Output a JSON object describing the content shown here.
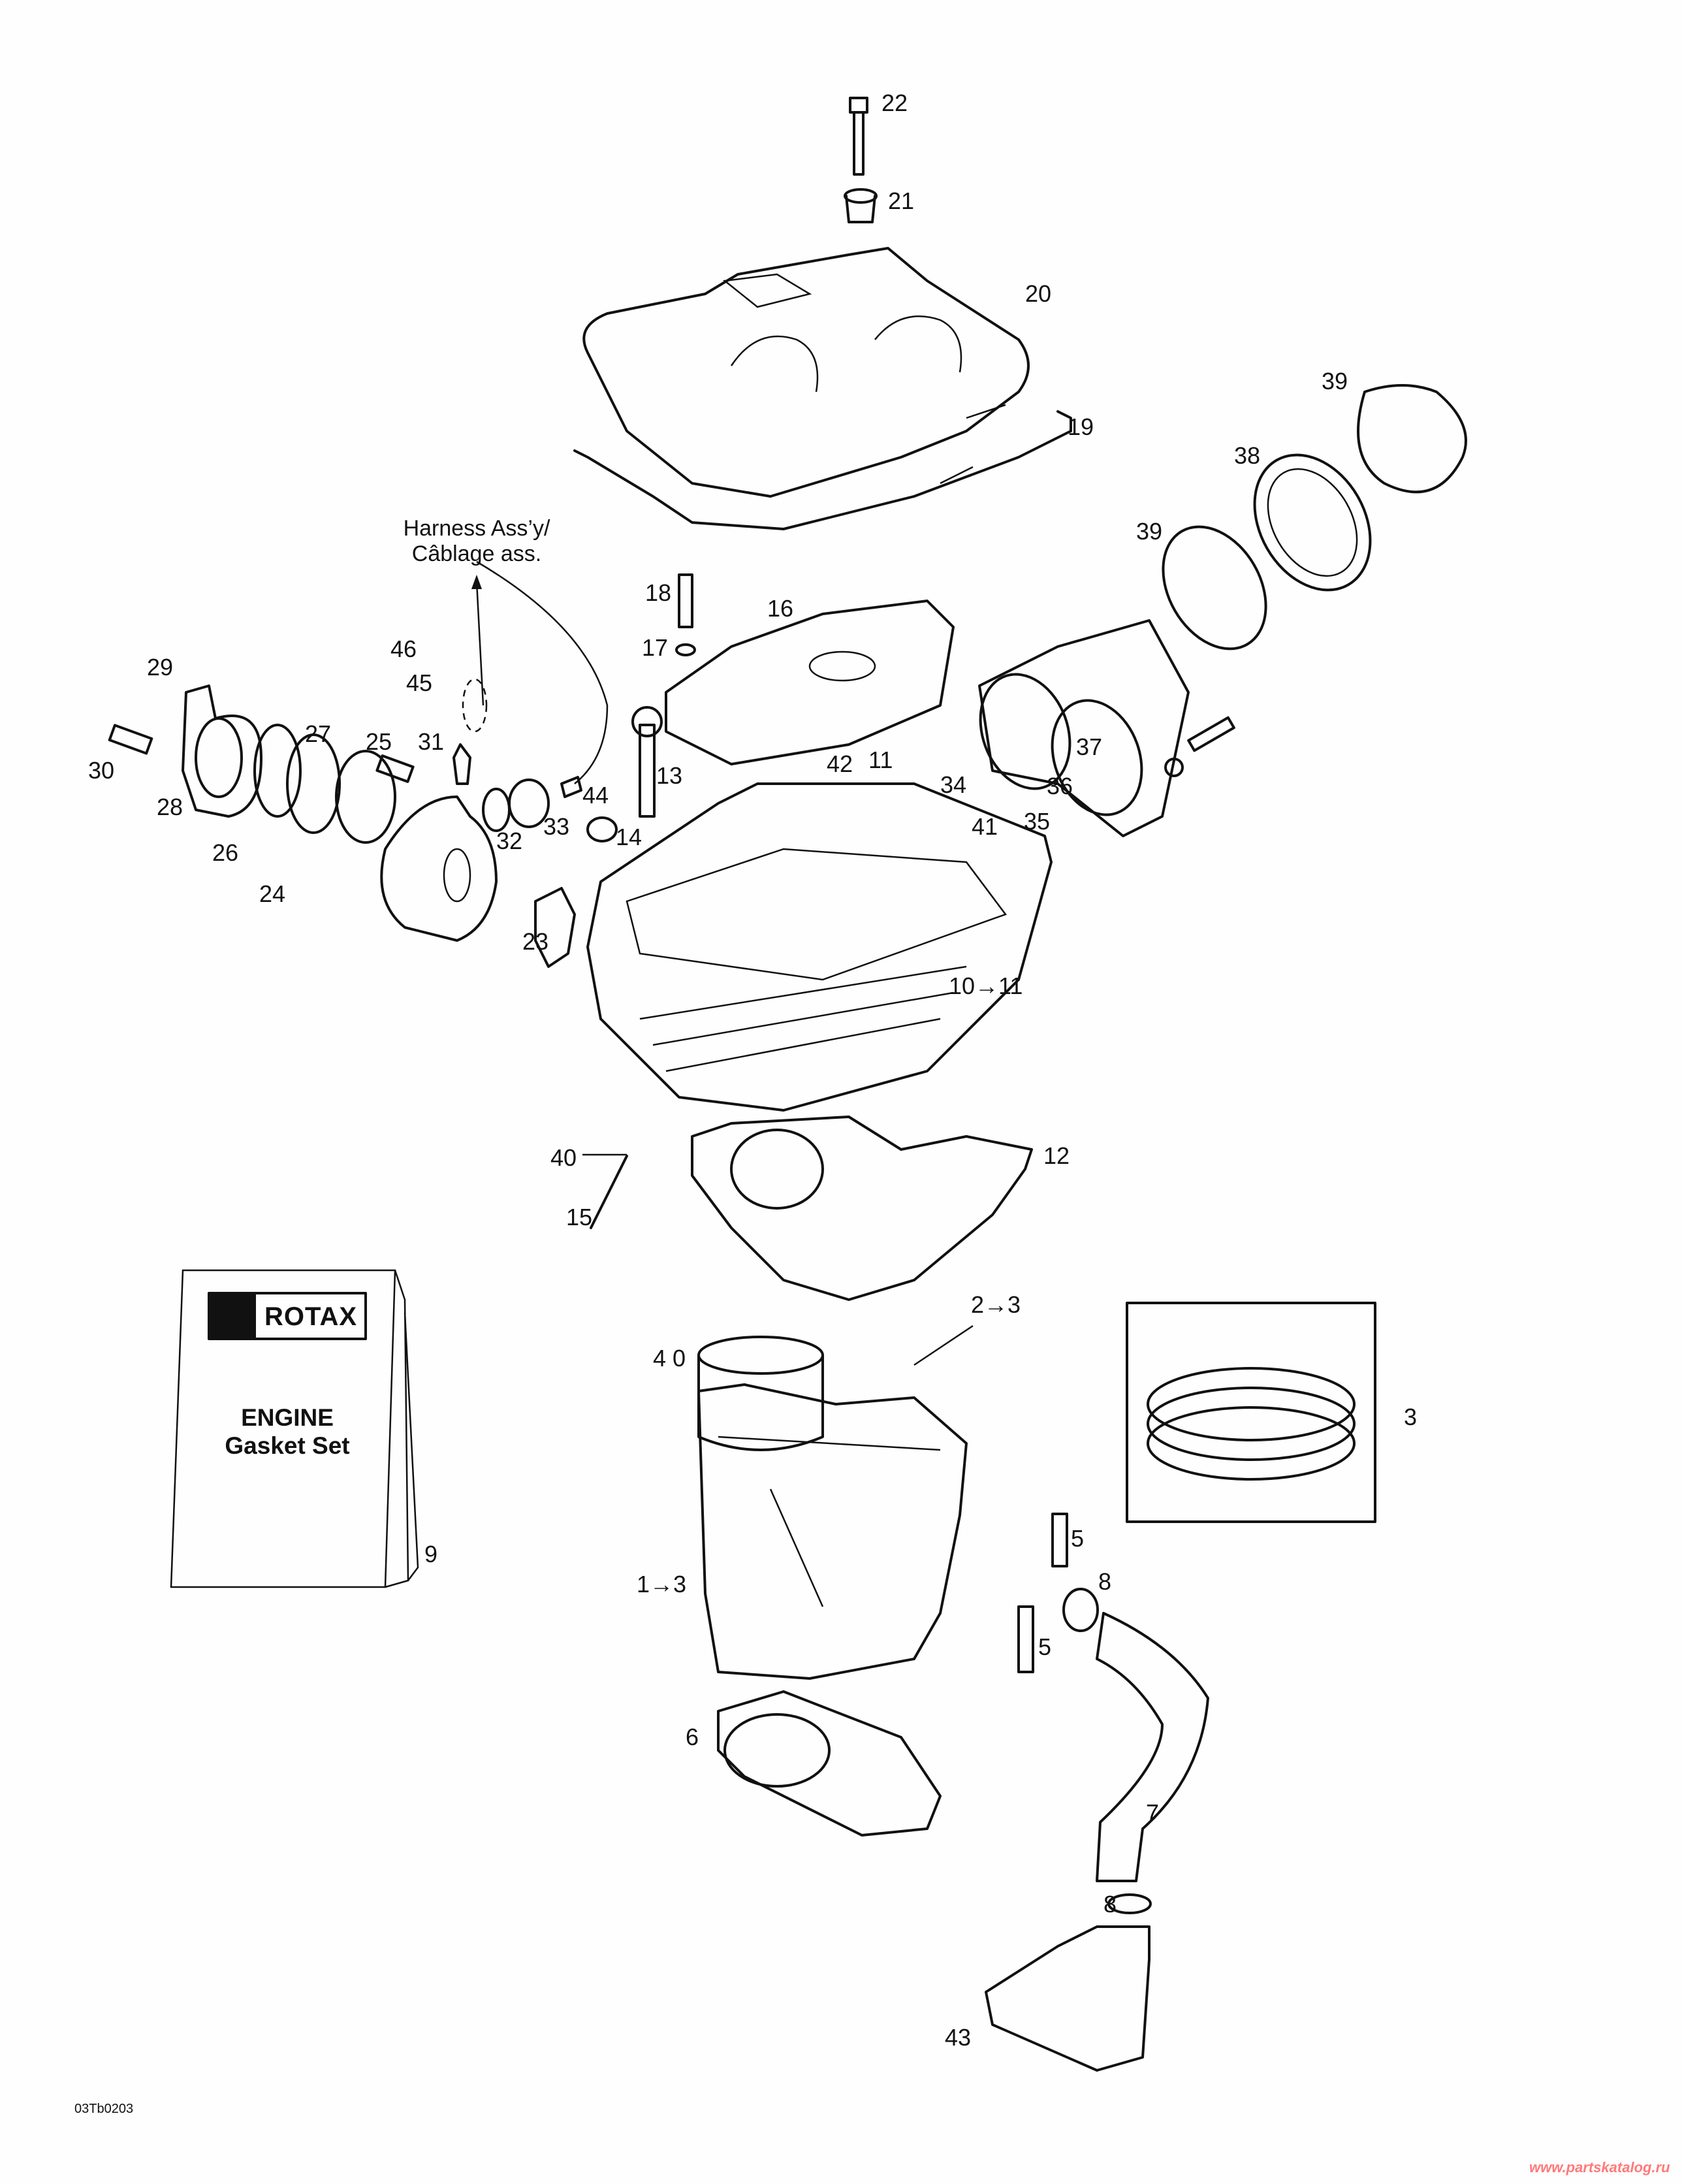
{
  "diagram": {
    "title": "Engine top end exploded view",
    "harness_caption": {
      "line1": "Harness Ass’y/",
      "line2": "Câblage ass."
    },
    "booklet": {
      "brand": "ROTAX",
      "title_line1": "ENGINE",
      "title_line2": "Gasket Set"
    },
    "drawing_code": "03Tb0203",
    "watermark": "www.partskatalog.ru",
    "callouts": [
      {
        "id": "c22",
        "text": "22"
      },
      {
        "id": "c21",
        "text": "21"
      },
      {
        "id": "c20",
        "text": "20"
      },
      {
        "id": "c19",
        "text": "19"
      },
      {
        "id": "c39a",
        "text": "39"
      },
      {
        "id": "c38",
        "text": "38"
      },
      {
        "id": "c39b",
        "text": "39"
      },
      {
        "id": "c18",
        "text": "18"
      },
      {
        "id": "c17",
        "text": "17"
      },
      {
        "id": "c16",
        "text": "16"
      },
      {
        "id": "c46",
        "text": "46"
      },
      {
        "id": "c45",
        "text": "45"
      },
      {
        "id": "c29",
        "text": "29"
      },
      {
        "id": "c27",
        "text": "27"
      },
      {
        "id": "c25",
        "text": "25"
      },
      {
        "id": "c31",
        "text": "31"
      },
      {
        "id": "c30",
        "text": "30"
      },
      {
        "id": "c28",
        "text": "28"
      },
      {
        "id": "c26",
        "text": "26"
      },
      {
        "id": "c24",
        "text": "24"
      },
      {
        "id": "c32",
        "text": "32"
      },
      {
        "id": "c33",
        "text": "33"
      },
      {
        "id": "c44",
        "text": "44"
      },
      {
        "id": "c14",
        "text": "14"
      },
      {
        "id": "c13",
        "text": "13"
      },
      {
        "id": "c23",
        "text": "23"
      },
      {
        "id": "c42",
        "text": "42"
      },
      {
        "id": "c11",
        "text": "11"
      },
      {
        "id": "c34",
        "text": "34"
      },
      {
        "id": "c35",
        "text": "35"
      },
      {
        "id": "c36",
        "text": "36"
      },
      {
        "id": "c37",
        "text": "37"
      },
      {
        "id": "c41",
        "text": "41"
      },
      {
        "id": "c10",
        "text": "10→11"
      },
      {
        "id": "c40a",
        "text": "40"
      },
      {
        "id": "c12",
        "text": "12"
      },
      {
        "id": "c15",
        "text": "15"
      },
      {
        "id": "c23b",
        "text": "2→3"
      },
      {
        "id": "c40b",
        "text": "4 0"
      },
      {
        "id": "c3",
        "text": "3"
      },
      {
        "id": "c9",
        "text": "9"
      },
      {
        "id": "c5a",
        "text": "5"
      },
      {
        "id": "c13b",
        "text": "1→3"
      },
      {
        "id": "c8a",
        "text": "8"
      },
      {
        "id": "c5b",
        "text": "5"
      },
      {
        "id": "c6",
        "text": "6"
      },
      {
        "id": "c7",
        "text": "7"
      },
      {
        "id": "c8b",
        "text": "8"
      },
      {
        "id": "c43",
        "text": "43"
      }
    ]
  }
}
